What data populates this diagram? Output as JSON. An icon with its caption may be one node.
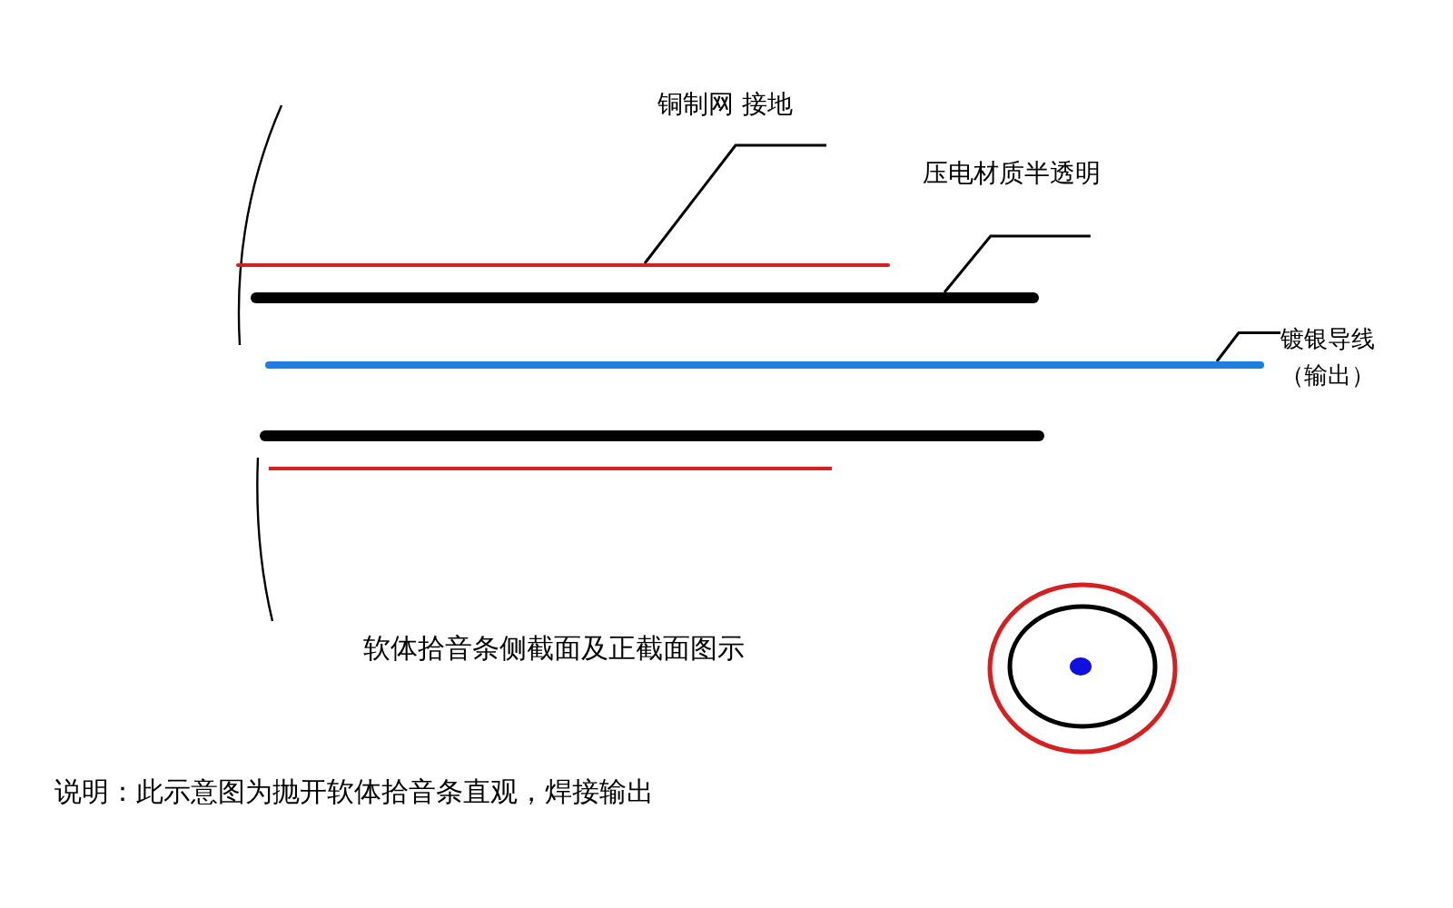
{
  "diagram": {
    "nodes": [
      {
        "text": [
          "铜制网 接地"
        ]
      },
      {
        "text": [],
        "shape": "bar"
      },
      {
        "text": [
          "压电材质半透明"
        ]
      },
      {
        "text": [],
        "shape": "bar"
      },
      {
        "text": [
          "镀银导线（输出）"
        ]
      },
      {
        "text": [],
        "shape": "bar"
      }
    ],
    "edges": [
      {
        "from": 0,
        "to": 1,
        "arrow": "none"
      },
      {
        "from": 2,
        "to": 3,
        "arrow": "none"
      },
      {
        "from": 4,
        "to": 5,
        "arrow": "none"
      }
    ],
    "labels": [
      "软体拾音条侧截面及正截面图示",
      "说明：此示意图为抛开软体拾音条直观，焊接输出"
    ]
  }
}
